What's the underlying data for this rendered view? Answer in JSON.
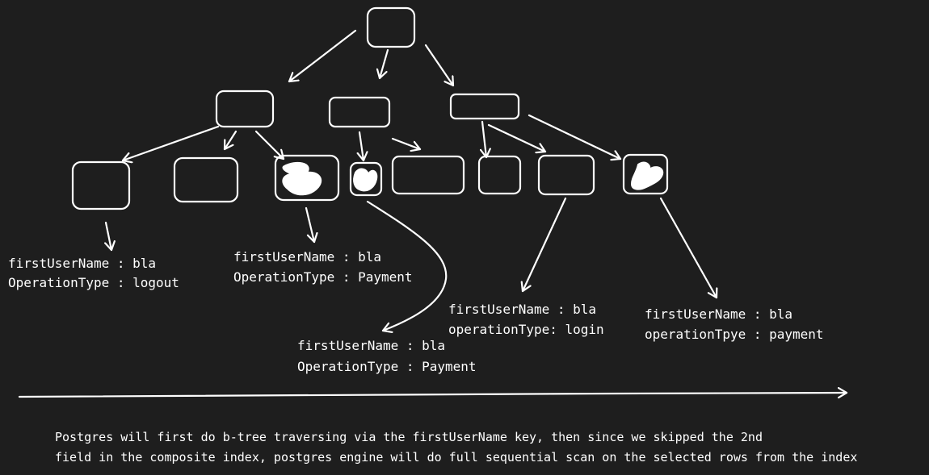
{
  "records": [
    {
      "id": "rec-1",
      "line1": "firstUserName : bla",
      "line2": "OperationType : logout"
    },
    {
      "id": "rec-2",
      "line1": "firstUserName : bla",
      "line2": "OperationType : Payment"
    },
    {
      "id": "rec-3",
      "line1": "firstUserName : bla",
      "line2": "OperationType : Payment"
    },
    {
      "id": "rec-4",
      "line1": "firstUserName : bla",
      "line2": "operationType: login"
    },
    {
      "id": "rec-5",
      "line1": "firstUserName : bla",
      "line2": "operationTpye : payment"
    }
  ],
  "caption": {
    "line1": "Postgres will first do b-tree traversing via the firstUserName key, then since we skipped the 2nd",
    "line2": "field in the composite index, postgres engine will do full sequential scan on the selected rows from the index"
  },
  "colors": {
    "background": "#1e1e1e",
    "stroke": "#ffffff"
  }
}
